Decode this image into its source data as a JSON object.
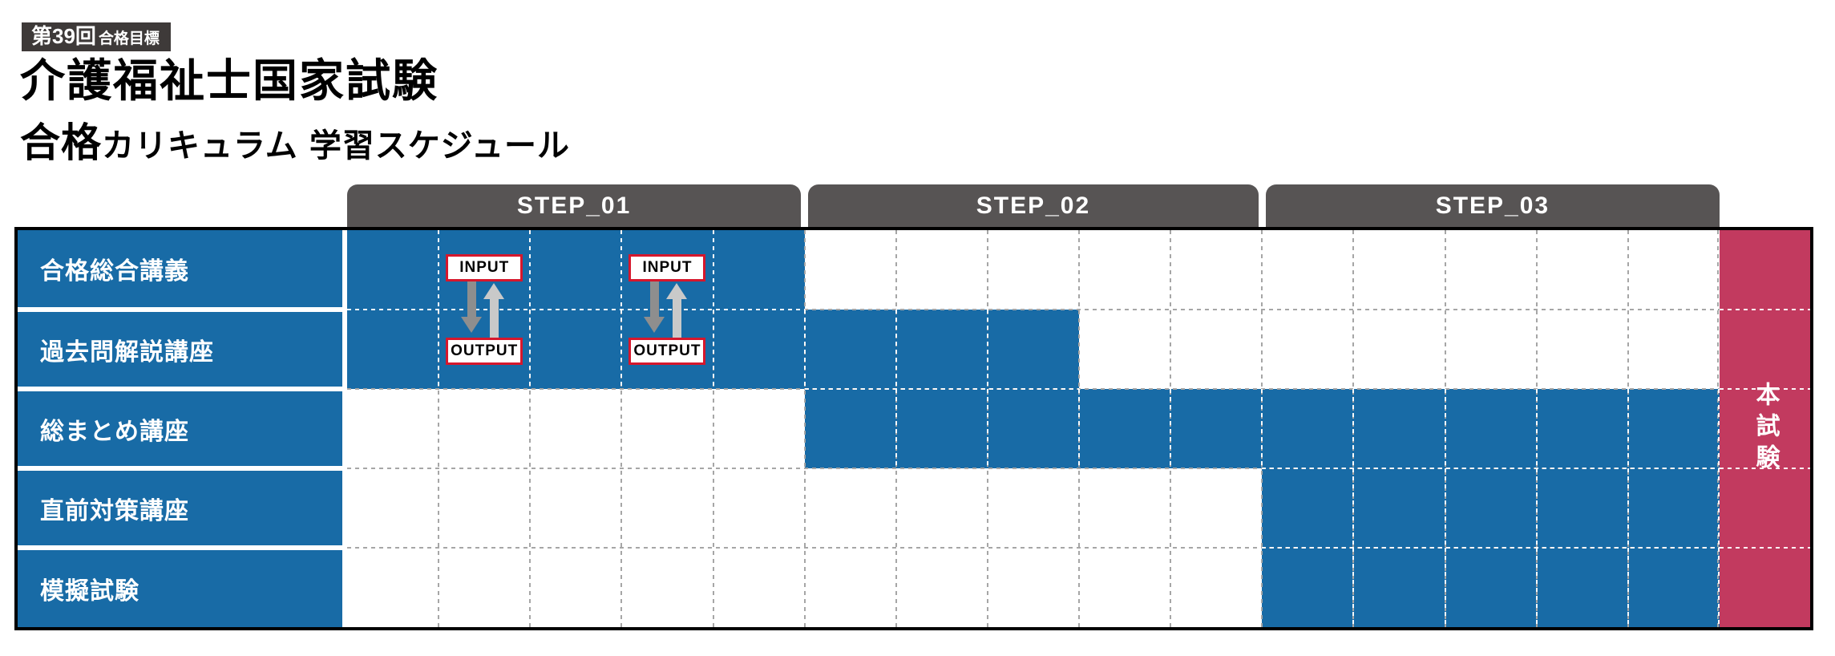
{
  "header": {
    "badge_round": "第39回",
    "badge_goal": "合格目標",
    "title": "介護福祉士国家試験",
    "subtitle_emphasis": "合格",
    "subtitle_mid": "カリキュラム",
    "subtitle_tail": "学習スケジュール"
  },
  "steps": [
    {
      "label": "STEP_01"
    },
    {
      "label": "STEP_02"
    },
    {
      "label": "STEP_03"
    }
  ],
  "io": {
    "input_label": "INPUT",
    "output_label": "OUTPUT",
    "pair_col_centers": [
      1.5,
      3.5
    ]
  },
  "exam": {
    "label": "本試験"
  },
  "colors": {
    "bar_blue": "#186BA6",
    "step_gray": "#575454",
    "badge_gray": "#3E3A39",
    "exam_pink": "#C23A5F",
    "io_border_red": "#D6172C",
    "arrow_dark": "#8E8E8E",
    "arrow_light": "#C9C9C9",
    "grid_dash_gray": "#A6A6A6",
    "border_black": "#000000"
  },
  "chart_data": {
    "type": "gantt",
    "title": "介護福祉士国家試験 合格カリキュラム 学習スケジュール",
    "columns_total": 15,
    "columns_per_step": 5,
    "step_labels": [
      "STEP_01",
      "STEP_02",
      "STEP_03"
    ],
    "rows": [
      {
        "label": "合格総合講義",
        "start": 0,
        "end": 5
      },
      {
        "label": "過去問解説講座",
        "start": 0,
        "end": 8
      },
      {
        "label": "総まとめ講座",
        "start": 5,
        "end": 15
      },
      {
        "label": "直前対策講座",
        "start": 10,
        "end": 15
      },
      {
        "label": "模擬試験",
        "start": 10,
        "end": 15
      }
    ],
    "final_column": "本試験",
    "annotations": [
      {
        "top": "INPUT",
        "bottom": "OUTPUT",
        "between_rows": [
          0,
          1
        ],
        "col_center": 1.5
      },
      {
        "top": "INPUT",
        "bottom": "OUTPUT",
        "between_rows": [
          0,
          1
        ],
        "col_center": 3.5
      }
    ]
  }
}
